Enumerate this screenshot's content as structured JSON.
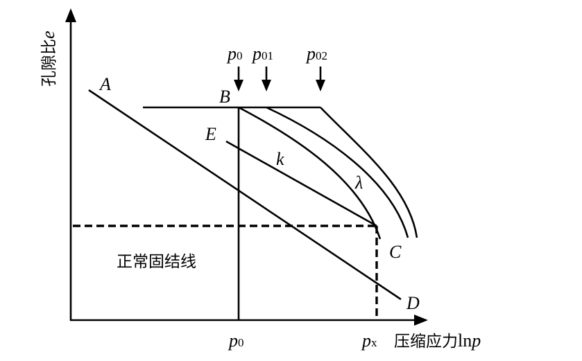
{
  "axes": {
    "y_label": "孔隙比",
    "y_var": "e",
    "x_label": "压缩应力",
    "x_var_prefix": "ln",
    "x_var": "p"
  },
  "points": {
    "A": "A",
    "B": "B",
    "C": "C",
    "D": "D",
    "E": "E"
  },
  "slopes": {
    "k": "k",
    "lambda": "λ"
  },
  "pressures": {
    "p0": {
      "base": "p",
      "sub": "0"
    },
    "p01": {
      "base": "p",
      "sub": "01"
    },
    "p02": {
      "base": "p",
      "sub": "02"
    },
    "px": {
      "base": "p",
      "sub": "x"
    }
  },
  "ncl_label": "正常固结线"
}
